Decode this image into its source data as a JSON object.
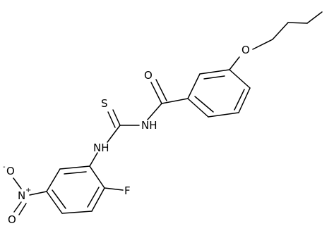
{
  "molecule": {
    "atoms": {
      "o_ether": "O",
      "o_carbonyl": "O",
      "s_thio": "S",
      "nh_amide": "NH",
      "nh_aryl": "NH",
      "f_fluoro": "F",
      "n_nitro": "N",
      "n_nitro_charge": "+",
      "o_nitro_top": "O",
      "o_nitro_top_charge": "-",
      "o_nitro_bottom": "O"
    }
  }
}
